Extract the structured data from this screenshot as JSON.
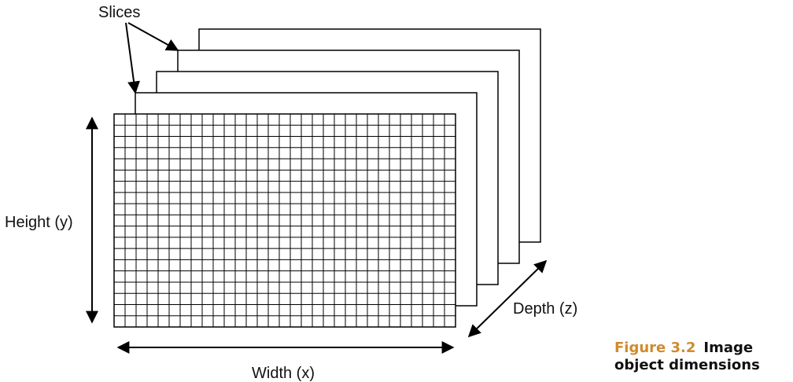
{
  "diagram": {
    "labels": {
      "slices": "Slices",
      "height": "Height (y)",
      "width": "Width (x)",
      "depth": "Depth (z)"
    },
    "slice_count": 4,
    "grid": {
      "columns": 31,
      "rows": 19
    }
  },
  "caption": {
    "figure_number": "Figure 3.2",
    "text_line1": "Image",
    "text_line2": "object dimensions",
    "figure_number_color": "#d08a2e"
  }
}
